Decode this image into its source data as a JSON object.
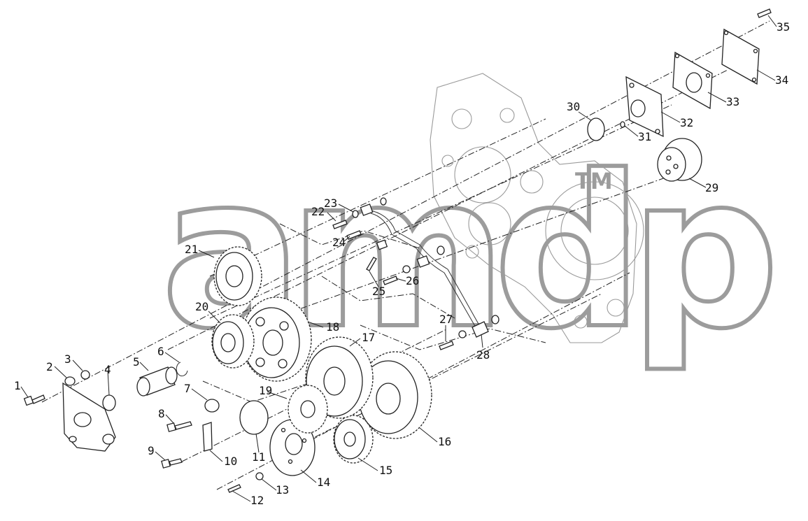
{
  "labels": [
    "1",
    "2",
    "3",
    "4",
    "5",
    "6",
    "7",
    "8",
    "9",
    "10",
    "11",
    "12",
    "13",
    "14",
    "15",
    "16",
    "17",
    "18",
    "19",
    "20",
    "21",
    "22",
    "23",
    "24",
    "25",
    "26",
    "27",
    "28",
    "29",
    "30",
    "31",
    "32",
    "33",
    "34",
    "35"
  ],
  "watermark": {
    "text": "amdp",
    "mark": "TM"
  }
}
